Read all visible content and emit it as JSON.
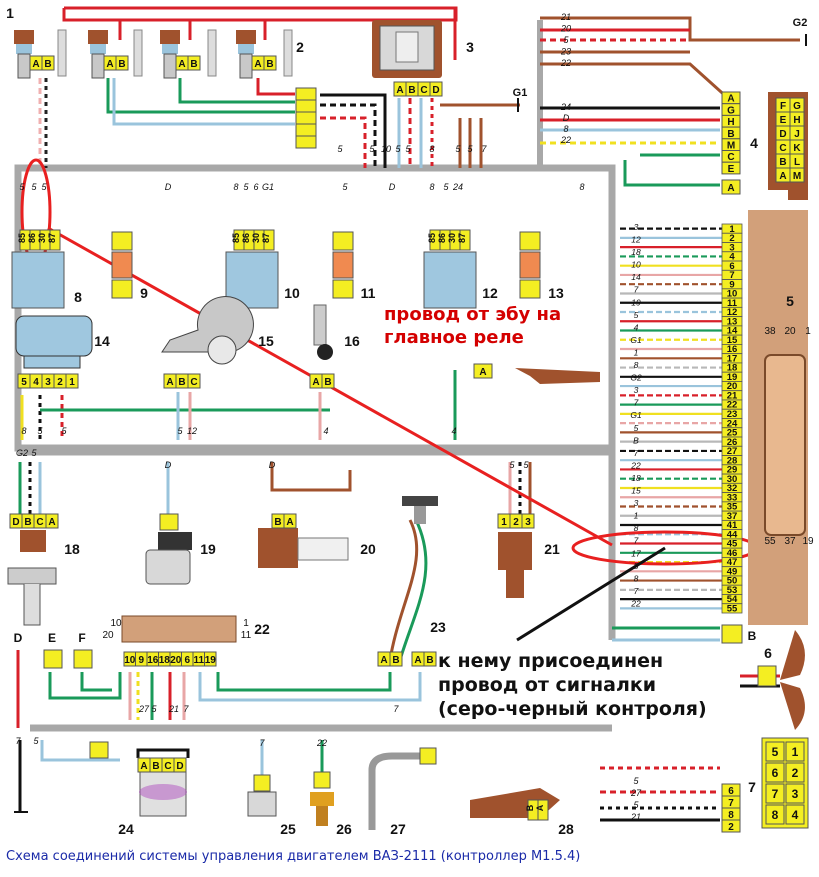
{
  "caption": "Схема соединений системы управления двигателем ВАЗ-2111 (контроллер М1.5.4)",
  "annotations": {
    "red_note_line1": "провод от эбу на",
    "red_note_line2": "главное реле",
    "black_note_line1": "к нему присоединен",
    "black_note_line2": "провод от сигналки",
    "black_note_line3": "(серо-черный контроля)"
  },
  "component_numbers": [
    "1",
    "2",
    "3",
    "4",
    "5",
    "6",
    "7",
    "8",
    "9",
    "10",
    "11",
    "12",
    "13",
    "14",
    "15",
    "16",
    "18",
    "19",
    "20",
    "21",
    "22",
    "23",
    "24",
    "25",
    "26",
    "27",
    "28"
  ],
  "ground_labels": [
    "G1",
    "G2"
  ],
  "connector_letters": {
    "injector": [
      "A",
      "B"
    ],
    "module3": [
      "A",
      "B",
      "C",
      "D"
    ],
    "c4_left": [
      "A",
      "G",
      "H",
      "B",
      "M",
      "C",
      "E"
    ],
    "c4_block": [
      "F",
      "G",
      "E",
      "H",
      "D",
      "J",
      "C",
      "K",
      "B",
      "L",
      "A",
      "M"
    ],
    "c4_a": "A",
    "relay_pins": [
      "85",
      "86",
      "30",
      "87"
    ],
    "maf": [
      "5",
      "4",
      "3",
      "2",
      "1"
    ],
    "throttle": [
      "A",
      "B",
      "C"
    ],
    "sensor16": [
      "A",
      "B"
    ],
    "sensor18": [
      "D",
      "B",
      "C",
      "A"
    ],
    "sensor20": [
      "B",
      "A"
    ],
    "sensor21": [
      "1",
      "2",
      "3"
    ],
    "diag_bottom": [
      "10",
      "9",
      "16",
      "18",
      "20",
      "6",
      "11",
      "19"
    ],
    "diag_top_left": [
      "10",
      "20"
    ],
    "diag_top_right": [
      "1",
      "11"
    ],
    "sensor23": [
      "A",
      "B"
    ],
    "sensor24": [
      "A",
      "B",
      "C",
      "D"
    ],
    "sensor28": [
      "B",
      "A"
    ],
    "efgd": [
      "D",
      "E",
      "F"
    ],
    "block7": [
      "5",
      "1",
      "6",
      "2",
      "7",
      "3",
      "8",
      "4"
    ],
    "c7_pins": [
      "6",
      "7",
      "8",
      "2"
    ],
    "ecu_pins": [
      "38",
      "20",
      "1",
      "55",
      "37",
      "19"
    ]
  },
  "ecu_pin_numbers": [
    "1",
    "2",
    "3",
    "4",
    "6",
    "7",
    "9",
    "10",
    "11",
    "12",
    "13",
    "14",
    "15",
    "16",
    "17",
    "18",
    "19",
    "20",
    "21",
    "22",
    "23",
    "24",
    "25",
    "26",
    "27",
    "28",
    "29",
    "30",
    "32",
    "33",
    "35",
    "37",
    "41",
    "44",
    "45",
    "46",
    "47",
    "49",
    "50",
    "53",
    "54",
    "55"
  ],
  "ecu_wire_labels": [
    "3",
    "12",
    "18",
    "10",
    "14",
    "7",
    "19",
    "5",
    "4",
    "G1",
    "1",
    "8",
    "G2",
    "3",
    "7",
    "G1",
    "5",
    "B",
    "7",
    "22",
    "18",
    "15",
    "3",
    "1",
    "8",
    "7",
    "17",
    "8",
    "8",
    "7",
    "22"
  ],
  "top_wire_labels": [
    "21",
    "20",
    "5",
    "23",
    "22",
    "24",
    "D",
    "8",
    "22"
  ],
  "misc_wire_labels": [
    "5",
    "5",
    "5",
    "D",
    "8",
    "5",
    "6",
    "G1",
    "5",
    "D",
    "8",
    "5",
    "24",
    "8",
    "5",
    "5",
    "10",
    "5",
    "5",
    "7",
    "8",
    "5",
    "5",
    "8",
    "5",
    "5",
    "5",
    "12",
    "4",
    "4",
    "G2",
    "5",
    "D",
    "D",
    "7",
    "7",
    "5",
    "27",
    "5",
    "21",
    "7",
    "7",
    "22",
    "5",
    "5"
  ],
  "block7_wire_labels": [
    "5",
    "27",
    "5",
    "21"
  ],
  "marks": [
    "B",
    "B"
  ],
  "colors": {
    "wire_red": "#d8202a",
    "wire_pink": "#e8a6a6",
    "wire_green": "#1a9a5a",
    "wire_yellow": "#f0e020",
    "wire_blue": "#9ac4dc",
    "wire_brown": "#a0522d",
    "wire_gray": "#b8b8b8",
    "connector_yellow": "#f4ee22",
    "relay_blue": "#9fc7df",
    "annotation_red": "#d40000",
    "caption_blue": "#1a2aa8"
  }
}
